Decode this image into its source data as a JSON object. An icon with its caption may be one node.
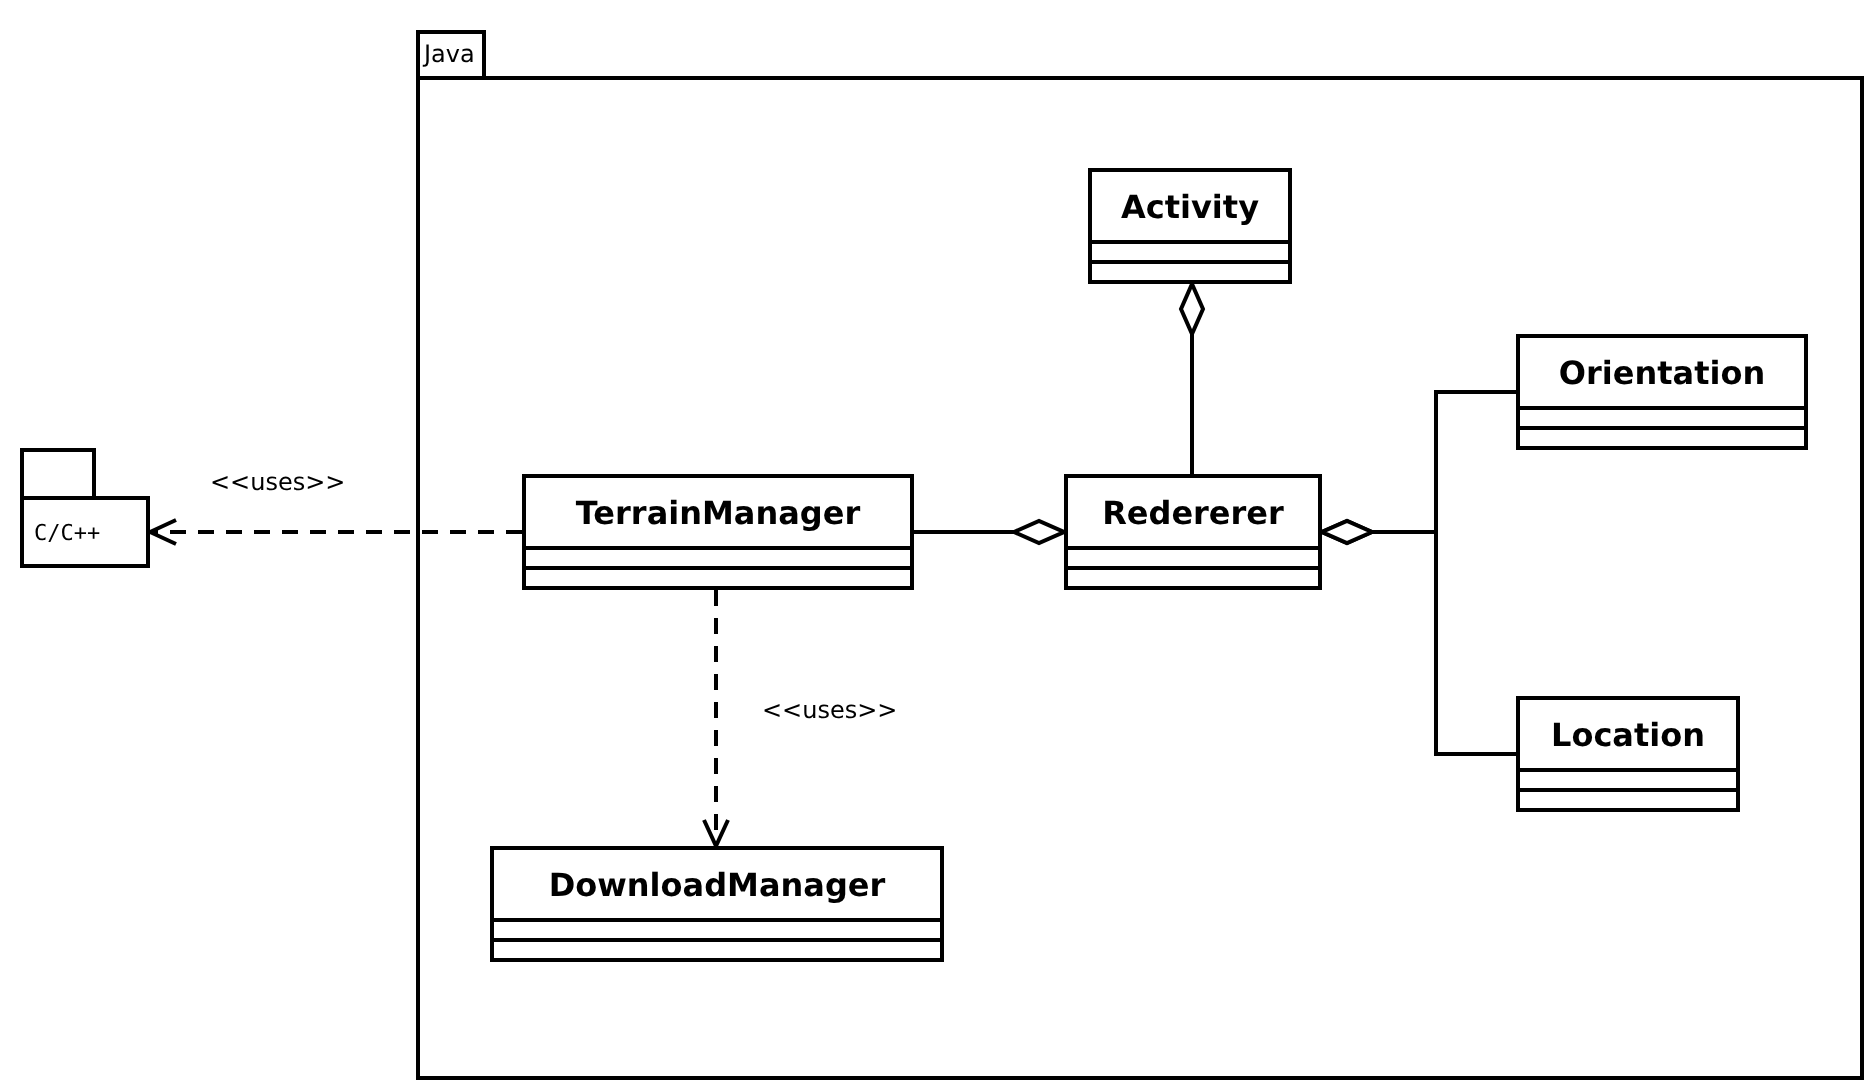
{
  "diagram": {
    "nodes": [
      {
        "text": [
          "Java"
        ]
      },
      {
        "text": [
          "C/C++"
        ]
      },
      {
        "text": [
          "TerrainManager"
        ],
        "in": 0
      },
      {
        "text": [
          "Redererer"
        ],
        "in": 0
      },
      {
        "text": [
          "Activity"
        ],
        "in": 0
      },
      {
        "text": [
          "Orientation"
        ],
        "in": 0
      },
      {
        "text": [
          "Location"
        ],
        "in": 0
      },
      {
        "text": [
          "DownloadManager"
        ],
        "in": 0
      }
    ],
    "edges": [
      {
        "from": 2,
        "to": 1,
        "arrow": "to",
        "label": "<<uses>>",
        "style": "dashed"
      },
      {
        "from": 2,
        "to": 7,
        "arrow": "to",
        "label": "<<uses>>",
        "style": "dashed"
      },
      {
        "from": 2,
        "to": 3,
        "arrow": "other"
      },
      {
        "from": 3,
        "to": 4,
        "arrow": "other"
      },
      {
        "from": 5,
        "to": 3,
        "arrow": "other"
      },
      {
        "from": 6,
        "to": 3,
        "arrow": "other"
      }
    ]
  }
}
